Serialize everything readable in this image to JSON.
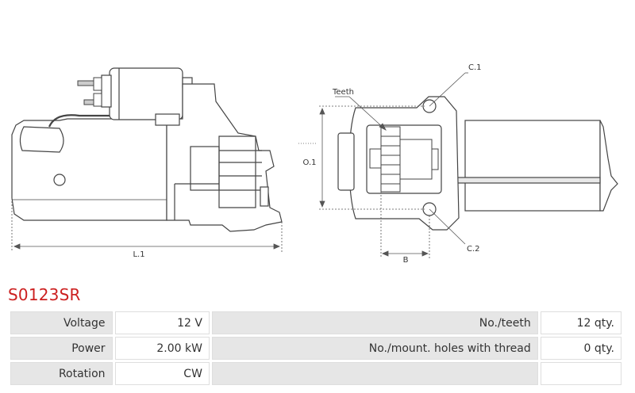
{
  "labels": {
    "l1": "L.1",
    "o1": "O.1",
    "b": "B",
    "c1": "C.1",
    "c2": "C.2",
    "teeth": "Teeth"
  },
  "product": {
    "code": "S0123SR",
    "code_color": "#cc1f1f"
  },
  "specs": {
    "rows": [
      {
        "label": "Voltage",
        "value": "12 V",
        "label2": "No./teeth",
        "value2": "12 qty."
      },
      {
        "label": "Power",
        "value": "2.00 kW",
        "label2": "No./mount. holes with thread",
        "value2": "0 qty."
      },
      {
        "label": "Rotation",
        "value": "CW",
        "label2": "",
        "value2": ""
      }
    ]
  }
}
